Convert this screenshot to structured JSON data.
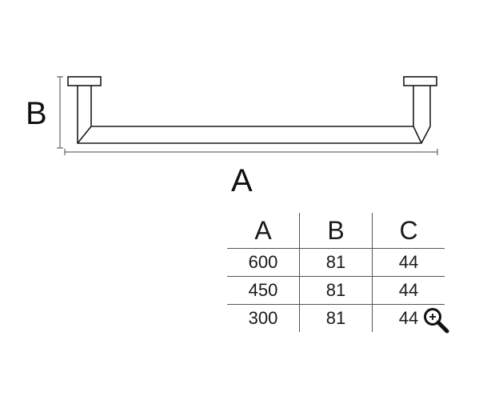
{
  "labels": {
    "a": "A",
    "b": "B"
  },
  "table": {
    "headers": [
      "A",
      "B",
      "C"
    ],
    "rows": [
      [
        "600",
        "81",
        "44"
      ],
      [
        "450",
        "81",
        "44"
      ],
      [
        "300",
        "81",
        "44"
      ]
    ]
  },
  "icons": {
    "zoom": "zoom-in-icon"
  },
  "colors": {
    "line": "#1a1a1a"
  }
}
